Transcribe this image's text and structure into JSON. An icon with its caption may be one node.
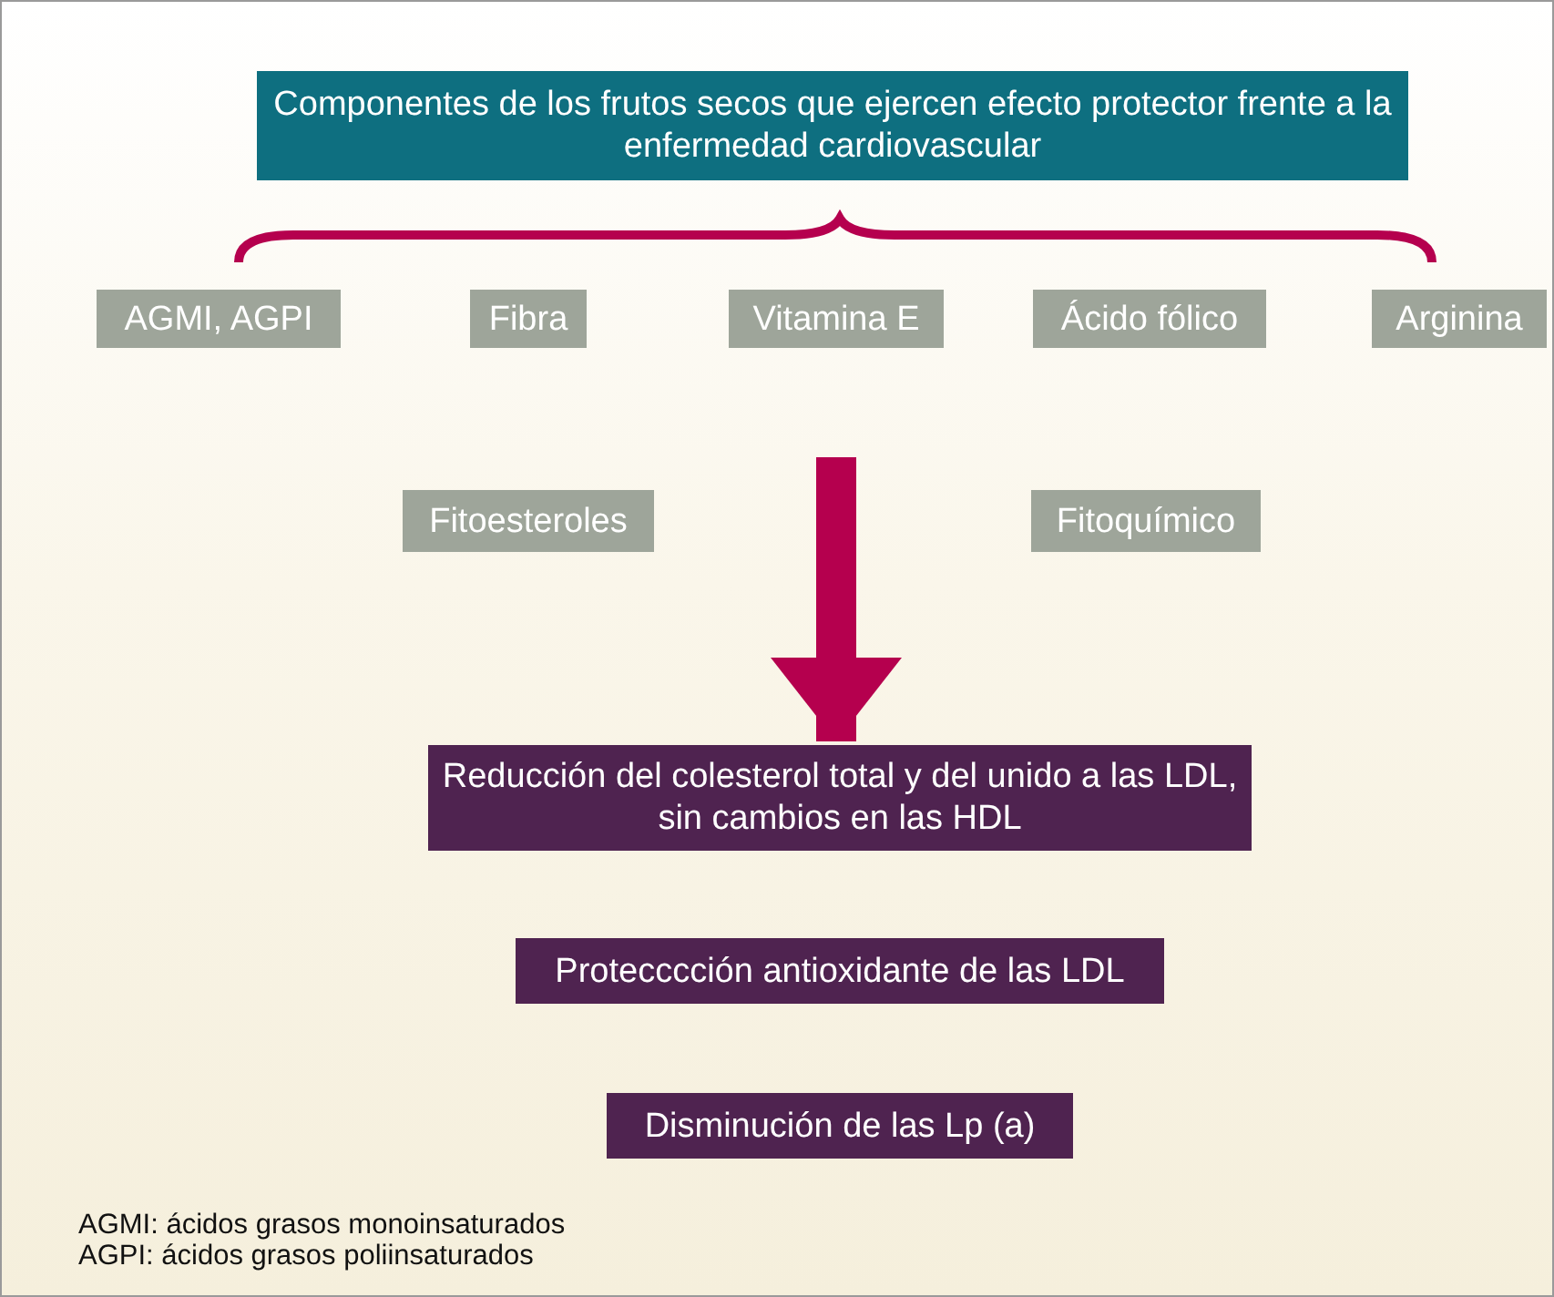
{
  "diagram": {
    "nodes": [
      {
        "text": [
          "Componentes de los frutos secos que ejercen efecto protector frente a la enfermedad cardiovascular"
        ]
      },
      {
        "text": [
          "AGMI, AGPI"
        ]
      },
      {
        "text": [
          "Fibra"
        ]
      },
      {
        "text": [
          "Vitamina E"
        ]
      },
      {
        "text": [
          "Ácido fólico"
        ]
      },
      {
        "text": [
          "Arginina"
        ]
      },
      {
        "text": [
          "Fitoesteroles"
        ]
      },
      {
        "text": [
          "Fitoquímico"
        ]
      },
      {
        "text": [
          "Reducción del colesterol total y del unido a las LDL, sin cambios en las HDL"
        ]
      },
      {
        "text": [
          "Protecccción antioxidante de las LDL"
        ]
      },
      {
        "text": [
          "Disminución de las Lp (a)"
        ]
      }
    ],
    "edges": [
      {
        "from": null,
        "to": 8,
        "arrow": "to"
      }
    ],
    "labels": [
      "AGMI: ácidos grasos monoinsaturados",
      "AGPI: ácidos grasos poliinsaturados"
    ]
  }
}
